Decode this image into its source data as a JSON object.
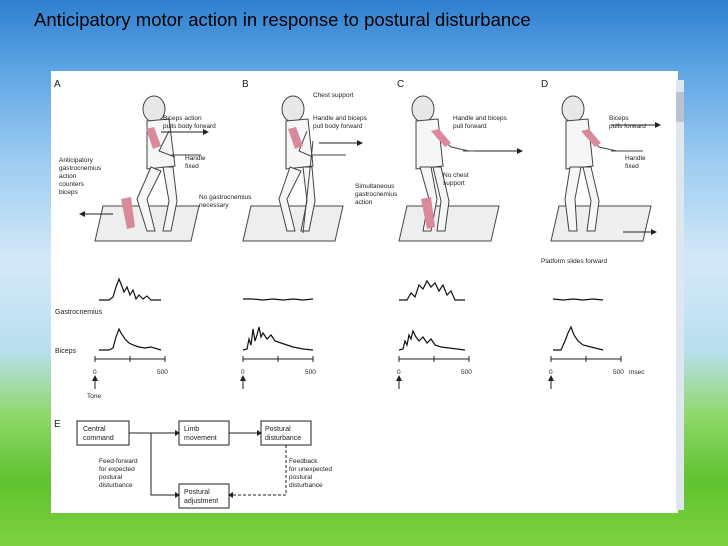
{
  "slide": {
    "title": "Anticipatory motor action in response to postural disturbance",
    "colors": {
      "background_top": "#2f7fd0",
      "background_bottom": "#7ed140",
      "muscle_highlight": "#d98a9a",
      "ink": "#222222"
    }
  },
  "panels": [
    {
      "letter": "A",
      "labels": [
        "Biceps action",
        "pulls body forward",
        "Handle",
        "fixed",
        "Anticipatory",
        "gastrocnemius",
        "action",
        "counters",
        "biceps"
      ]
    },
    {
      "letter": "B",
      "labels": [
        "Chest support",
        "Handle and biceps",
        "pull body forward",
        "No gastrocnemius",
        "necessary"
      ]
    },
    {
      "letter": "C",
      "labels": [
        "Handle and biceps",
        "pull forward",
        "No chest",
        "support",
        "Simultaneous",
        "gastrocnemius",
        "action"
      ]
    },
    {
      "letter": "D",
      "labels": [
        "Biceps",
        "pulls forward",
        "Handle",
        "fixed",
        "Platform slides forward"
      ]
    }
  ],
  "traces": {
    "gastrocnemius_label": "Gastrocnemius",
    "biceps_label": "Biceps",
    "tick_zero": "0",
    "tick_500": "500",
    "tick_500_last": "500",
    "unit": "msec",
    "tone_label": "Tone"
  },
  "flowchart": {
    "letter": "E",
    "central_command": [
      "Central",
      "command"
    ],
    "limb_movement": [
      "Limb",
      "movement"
    ],
    "postural_disturbance": [
      "Postural",
      "disturbance"
    ],
    "postural_adjustment": [
      "Postural",
      "adjustment"
    ],
    "feed_forward": [
      "Feed-forward",
      "for expected",
      "postural",
      "disturbance"
    ],
    "feedback": [
      "Feedback",
      "for unexpected",
      "postural",
      "disturbance"
    ]
  }
}
